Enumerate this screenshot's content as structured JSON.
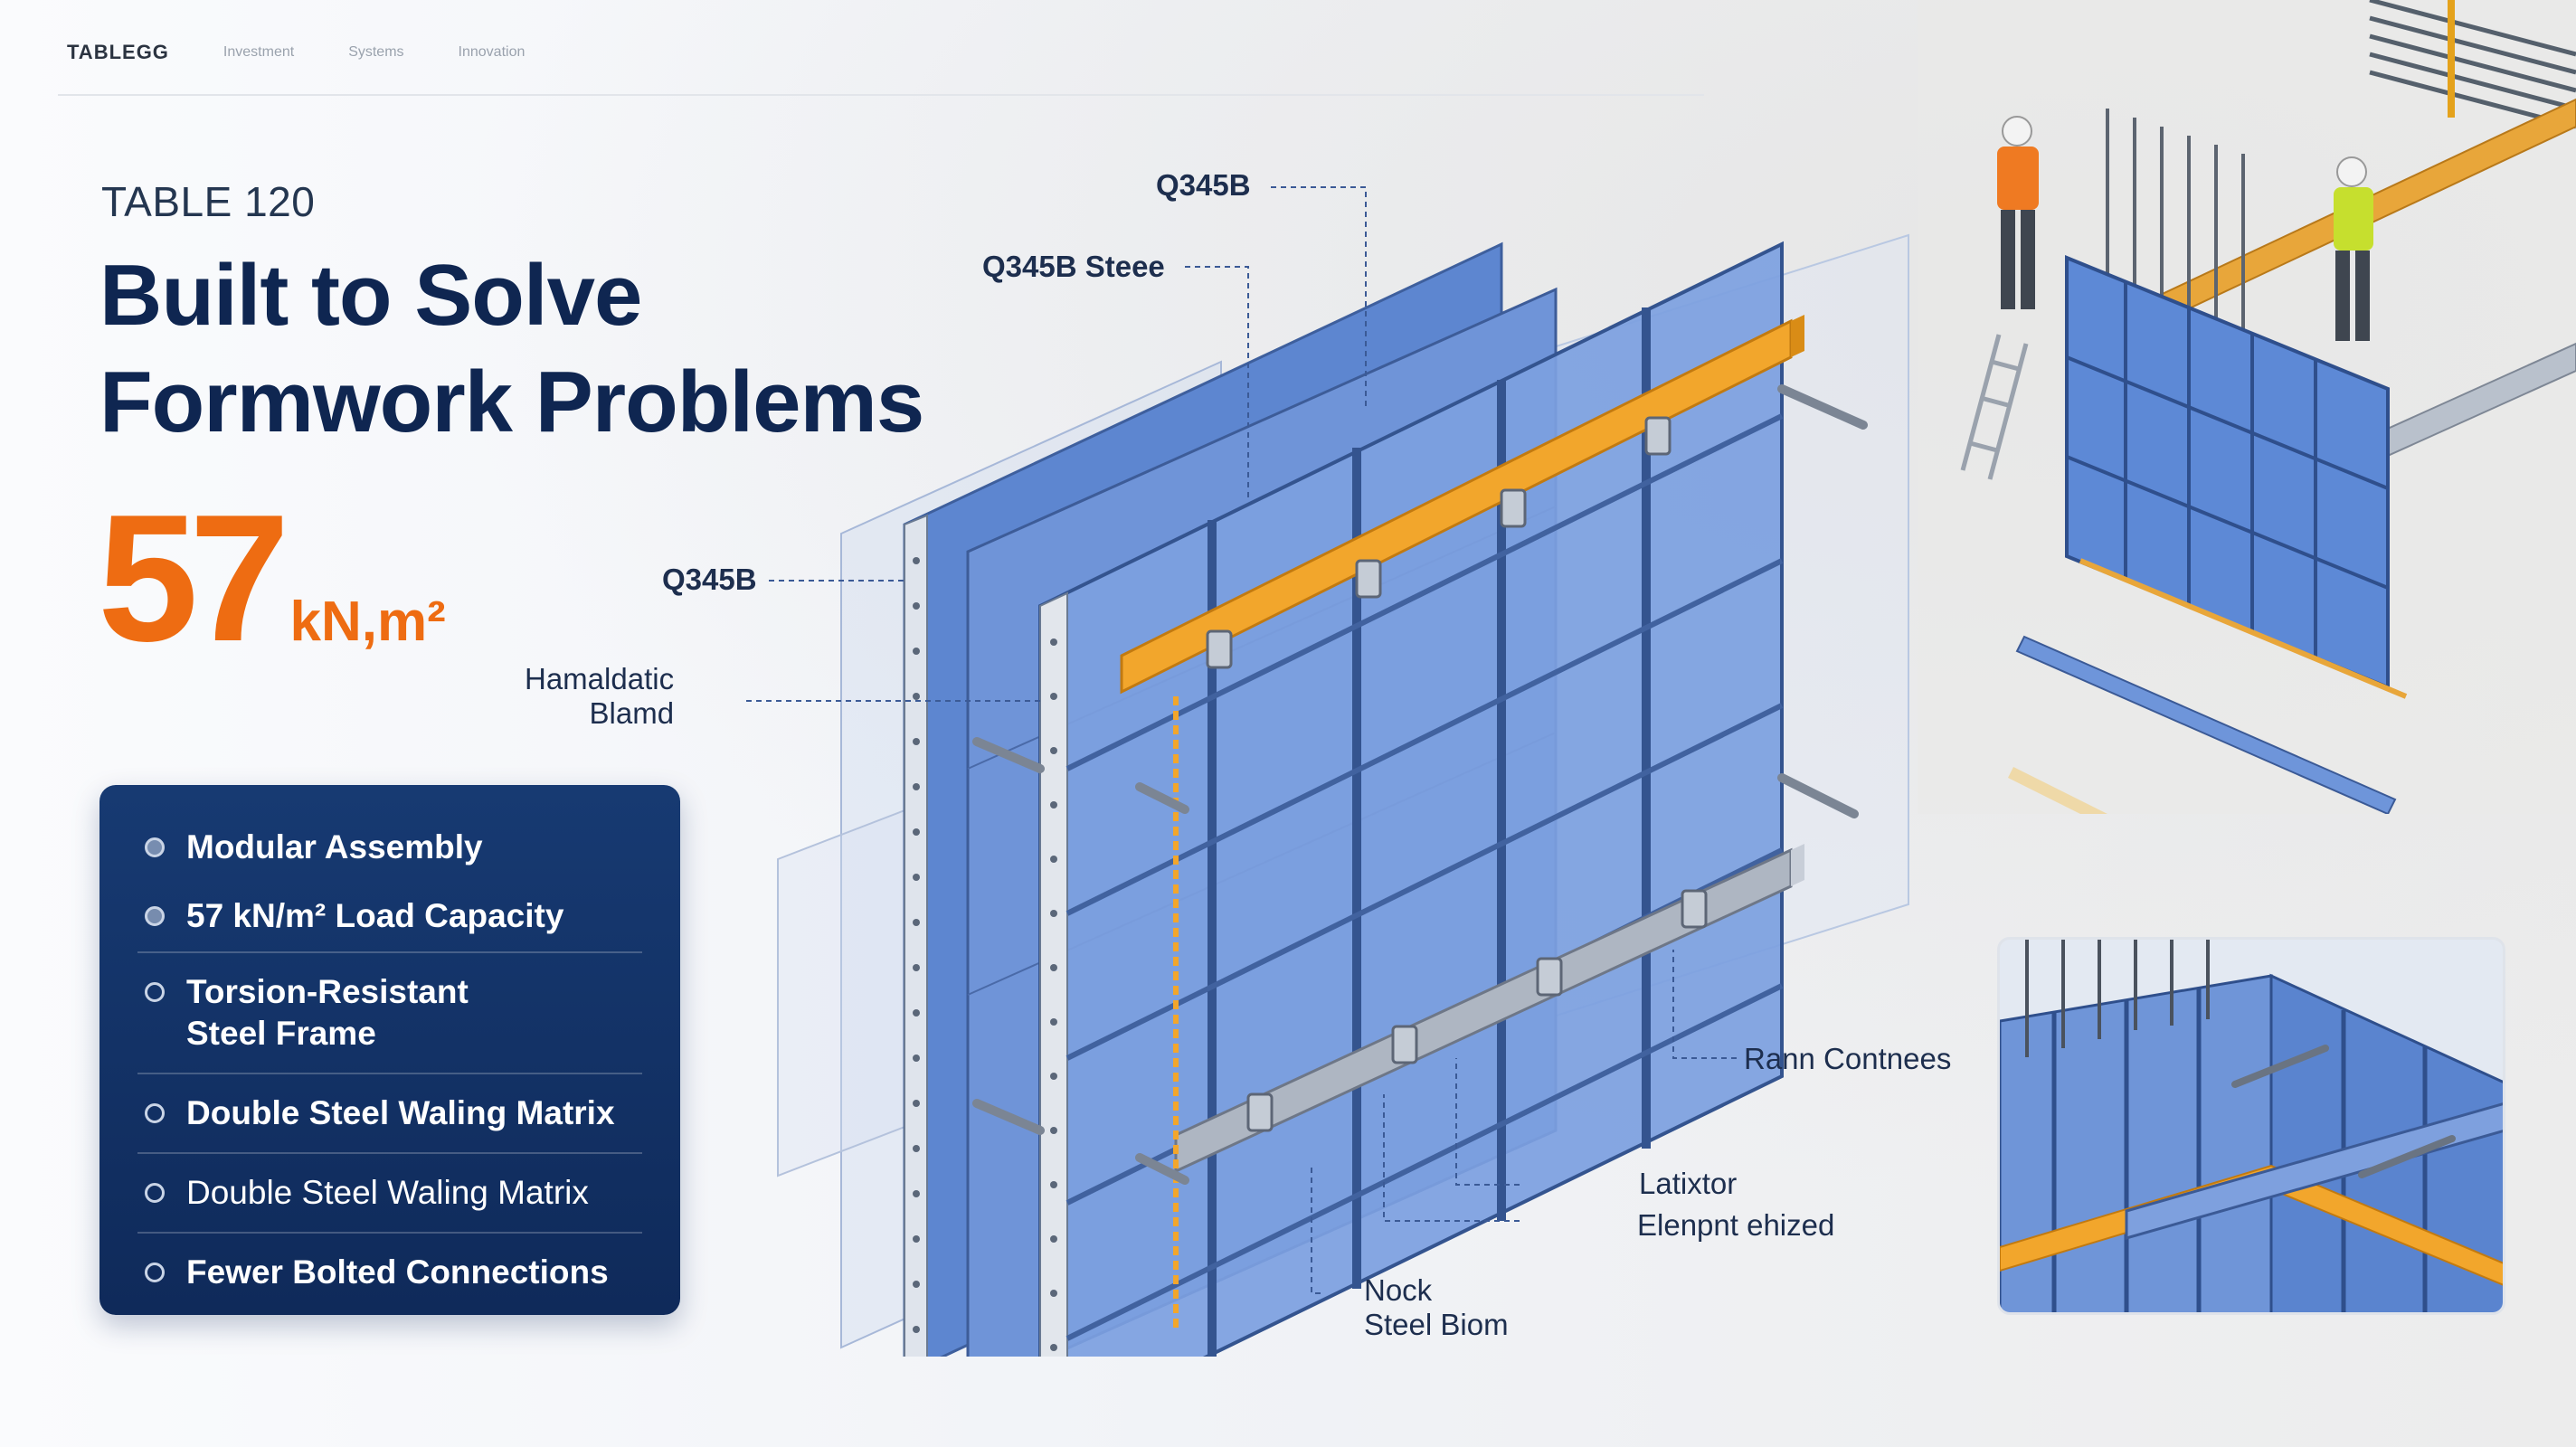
{
  "nav": {
    "brand": "TABLEGG",
    "links": [
      "Investment",
      "Systems",
      "Innovation"
    ]
  },
  "hero": {
    "eyebrow": "TABLE 120",
    "headline": "Built to Solve\nFormwork Problems",
    "stat_value": "57",
    "stat_unit": "kN,m²"
  },
  "features": [
    {
      "label": "Modular Assembly",
      "icon": "dot-icon",
      "weight": "bold"
    },
    {
      "label": "57 kN/m² Load Capacity",
      "icon": "dot-icon",
      "weight": "bold"
    },
    {
      "label": "Torsion-Resistant\nSteel Frame",
      "icon": "ring-icon",
      "weight": "bold"
    },
    {
      "label": "Double Steel Waling Matrix",
      "icon": "ring-icon",
      "weight": "bold"
    },
    {
      "label": "Double Steel Waling Matrix",
      "icon": "ring-icon",
      "weight": "light"
    },
    {
      "label": "Fewer Bolted Connections",
      "icon": "ring-icon",
      "weight": "bold"
    }
  ],
  "callouts": {
    "q345b_top": "Q345B",
    "q345b_steel": "Q345B Steee",
    "q345b_mid": "Q345B",
    "hamaldatic": "Hamaldatic\nBlamd",
    "rann": "Rann Contnees",
    "latixtor": "Latixtor",
    "elenpnt": "Elenpnt ehized",
    "nock": "Nock\nSteel Biom"
  },
  "colors": {
    "accent": "#ee6c12",
    "navy": "#0f2651",
    "panel_blue": "#5b85cf",
    "waler_orange": "#f0a22a"
  }
}
